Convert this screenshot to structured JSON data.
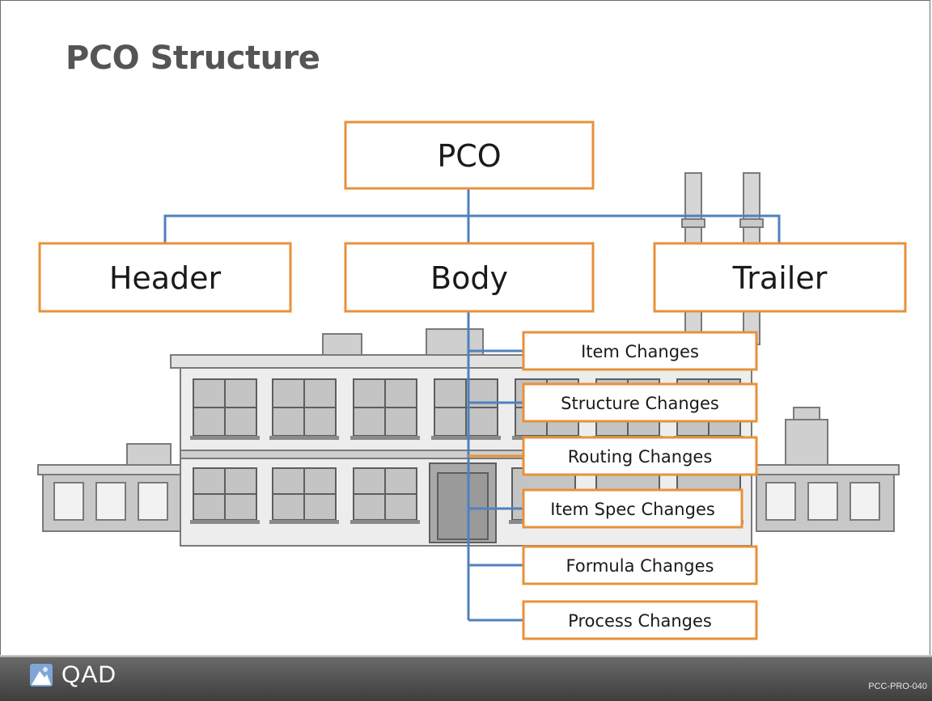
{
  "slide": {
    "title": "PCO Structure"
  },
  "diagram": {
    "root": "PCO",
    "level2": [
      "Header",
      "Body",
      "Trailer"
    ],
    "body_children": [
      "Item Changes",
      "Structure Changes",
      "Routing Changes",
      "Item Spec Changes",
      "Formula Changes",
      "Process Changes"
    ]
  },
  "colors": {
    "box_border": "#e8913a",
    "connector": "#4f81bd",
    "title_text": "#555555"
  },
  "footer": {
    "brand": "QAD",
    "doc_code": "PCC-PRO-040"
  }
}
